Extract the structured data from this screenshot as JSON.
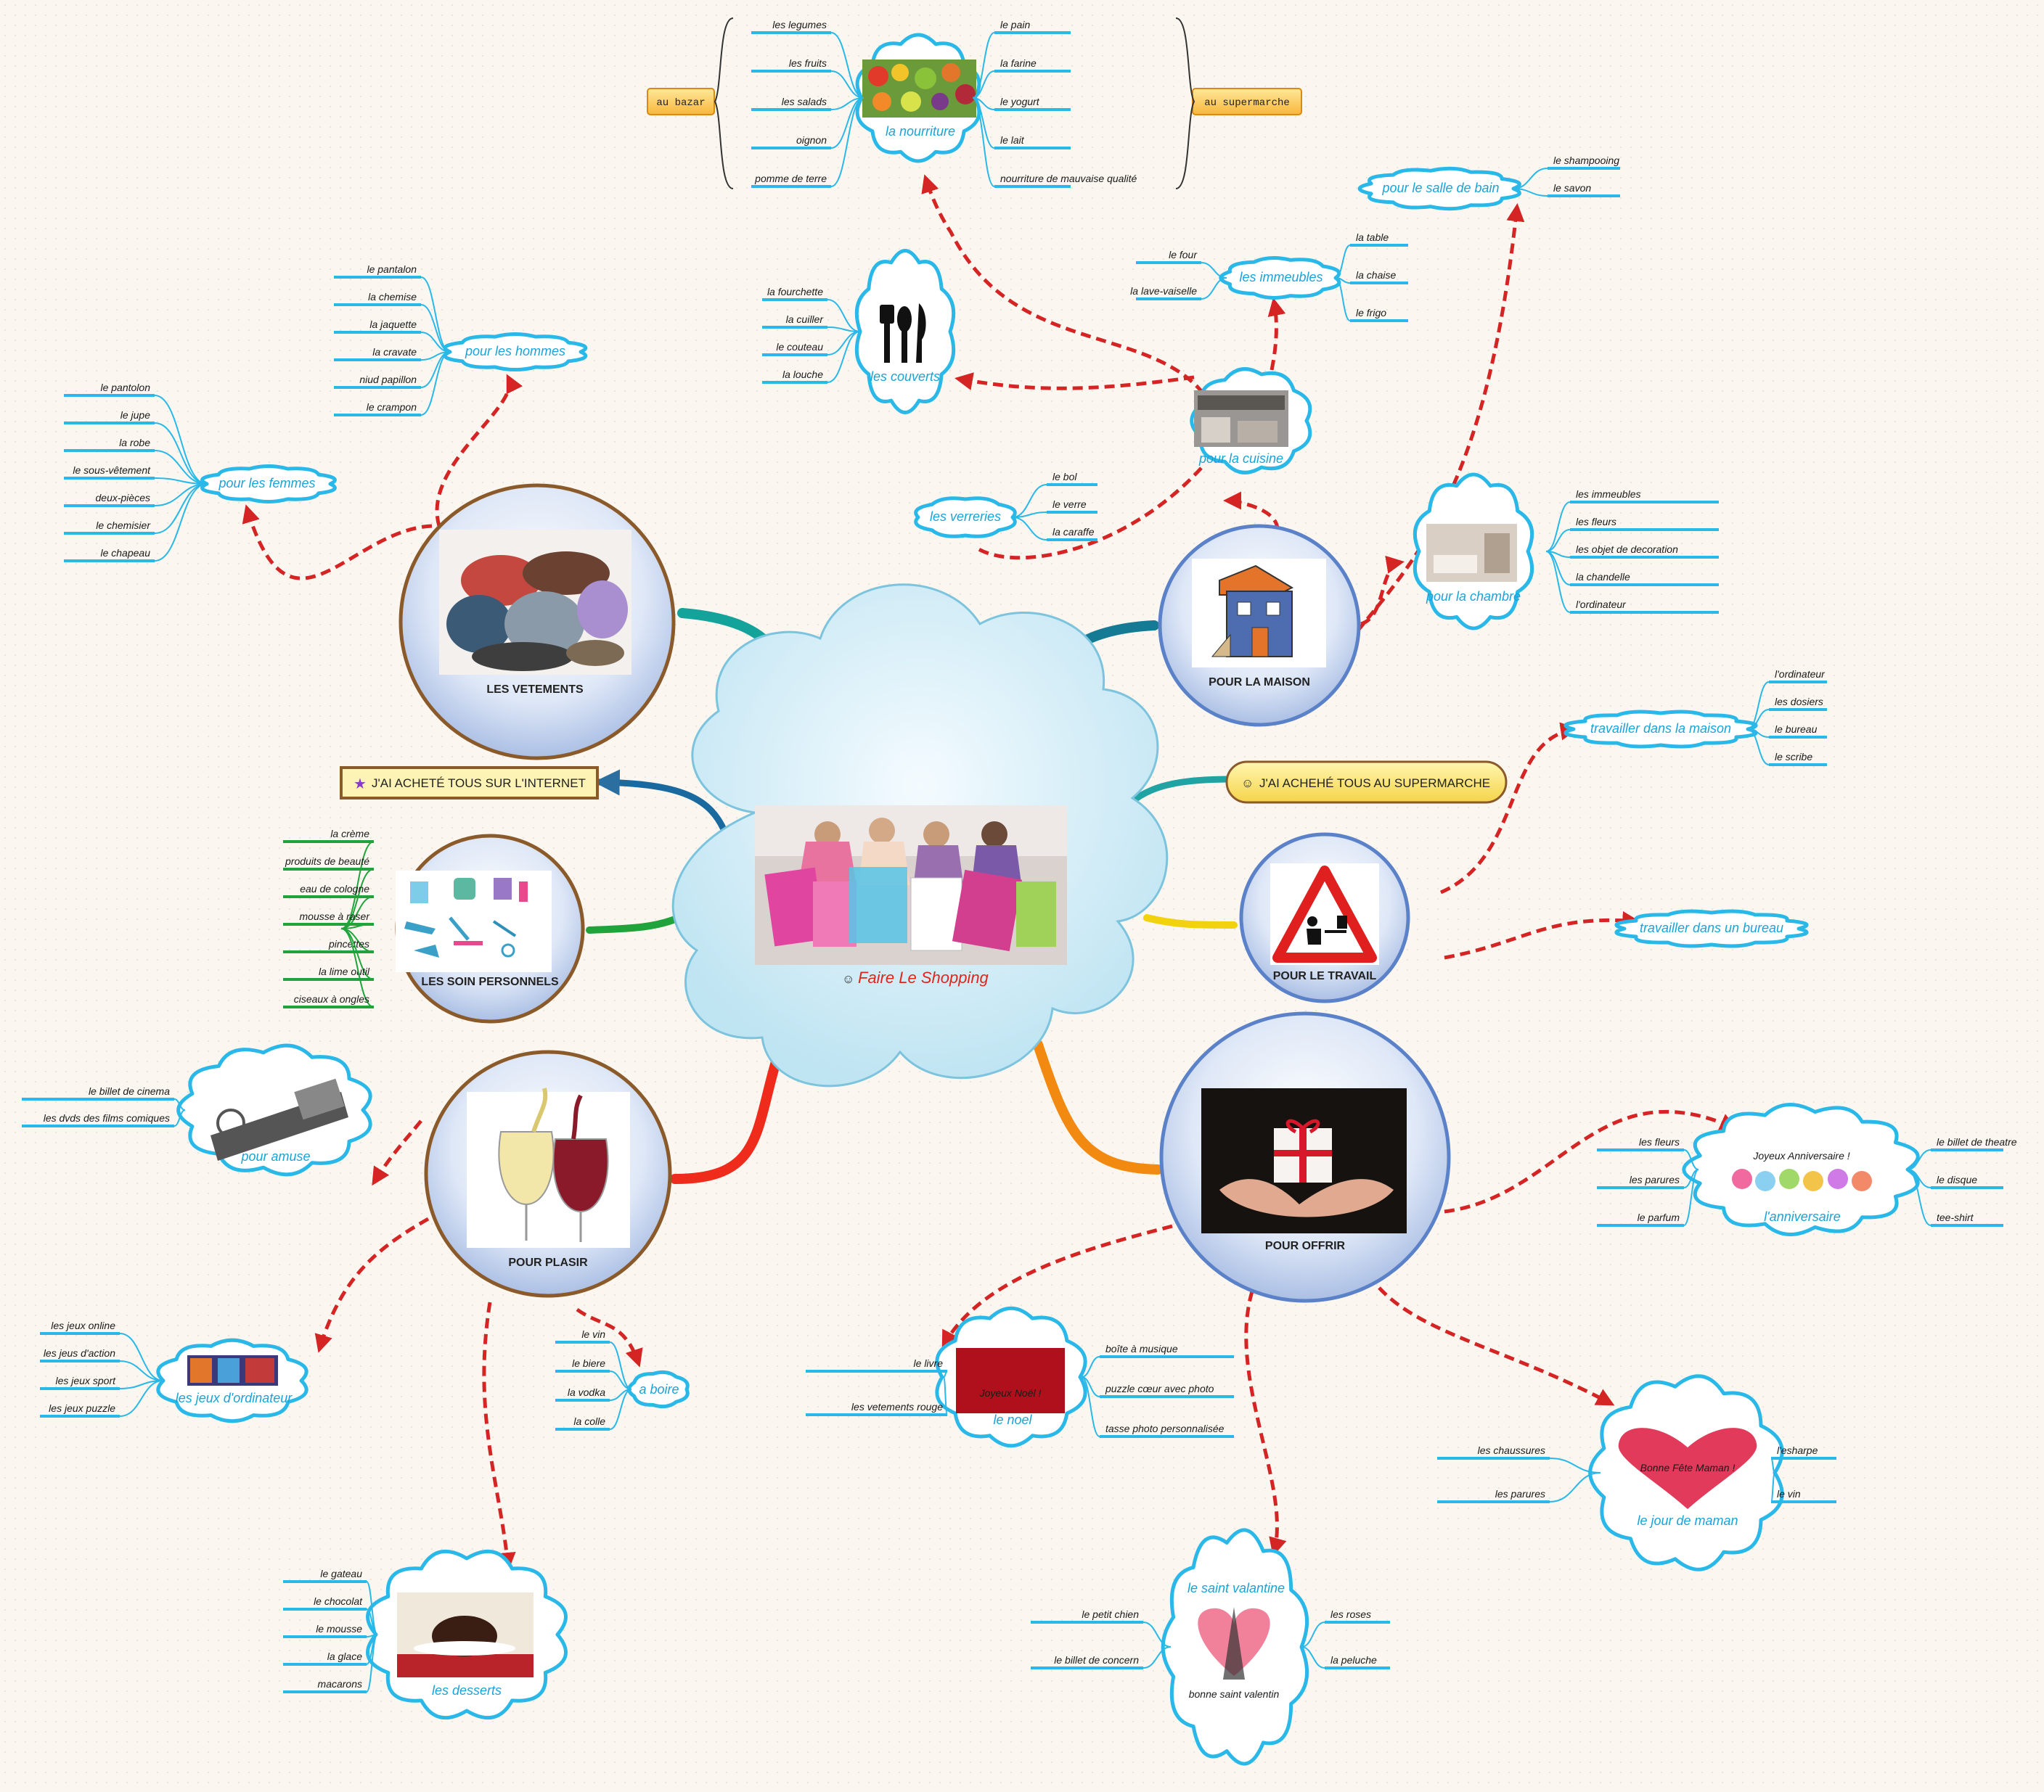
{
  "center": {
    "label": "Faire Le Shopping",
    "icon": "smiley-icon"
  },
  "colors": {
    "cloud_stroke": "#2ab8e8",
    "dash": "#d42424",
    "main_stroke": "#5b82c8",
    "main_stroke_brown": "#8b5a2b"
  },
  "notes": {
    "internet": "J'AI ACHETÉ TOUS SUR L'INTERNET",
    "supermarche": "J'AI ACHEHÉ TOUS AU SUPERMARCHE",
    "bazar": "au bazar",
    "supermarche_tag": "au supermarche"
  },
  "main": {
    "vetements": "LES VETEMENTS",
    "maison": "POUR LA MAISON",
    "soin": "LES SOIN PERSONNELS",
    "travail": "POUR LE TRAVAIL",
    "plasir": "POUR PLASIR",
    "offrir": "POUR OFFRIR"
  },
  "clouds": {
    "nourriture": "la nourriture",
    "couverts": "les couverts",
    "cuisine": "pour la cuisine",
    "immeubles": "les immeubles",
    "salle_bain": "pour le salle de bain",
    "verreries": "les verreries",
    "chambre": "pour la chambre",
    "hommes": "pour les hommes",
    "femmes": "pour les femmes",
    "travail_maison": "travailler dans la maison",
    "travail_bureau": "travailler dans un bureau",
    "amuse": "pour amuse",
    "jeux": "les jeux d'ordinateur",
    "boire": "a boire",
    "desserts": "les desserts",
    "noel": "le noel",
    "anniversaire": "l'anniversaire",
    "maman": "le jour de maman",
    "valantine": "le saint valantine"
  },
  "leaves": {
    "nourriture_left": [
      "les legumes",
      "les fruits",
      "les salads",
      "oignon",
      "pomme de terre"
    ],
    "nourriture_right": [
      "le pain",
      "la farine",
      "le yogurt",
      "le lait",
      "nourriture de mauvaise qualité"
    ],
    "couverts": [
      "la  fourchette",
      "la cuiller",
      "le couteau",
      "la louche"
    ],
    "immeubles_left": [
      "le four",
      "la lave-vaiselle"
    ],
    "immeubles_right": [
      "la table",
      "la chaise",
      "le frigo"
    ],
    "salle_bain": [
      "le shampooing",
      "le savon"
    ],
    "verreries": [
      "le bol",
      "le verre",
      "la caraffe"
    ],
    "chambre": [
      "les immeubles",
      "les fleurs",
      "les objet de decoration",
      "la chandelle",
      "l'ordinateur"
    ],
    "hommes": [
      "le pantalon",
      "la chemise",
      "la jaquette",
      "la cravate",
      "niud papillon",
      "le crampon"
    ],
    "femmes": [
      "le pantolon",
      "le jupe",
      "la robe",
      "le sous-vêtement",
      "deux-pièces",
      "le chemisier",
      "le chapeau"
    ],
    "soin": [
      "la crème",
      "produits de beauté",
      "eau de cologne",
      "mousse à raser",
      "pincettes",
      "la lime outil",
      "ciseaux à ongles"
    ],
    "travail_maison": [
      "l'ordinateur",
      "les dosiers",
      "le bureau",
      "le scribe"
    ],
    "amuse": [
      "le billet de cinema",
      "les dvds des films comiques"
    ],
    "jeux": [
      "les jeux online",
      "les jeus d'action",
      "les jeux sport",
      "les jeux puzzle"
    ],
    "boire": [
      "le vin",
      "le biere",
      "la vodka",
      "la colle"
    ],
    "desserts": [
      "le gateau",
      "le chocolat",
      "le mousse",
      "la glace",
      "macarons"
    ],
    "noel_left": [
      "le livre",
      "les vetements rouge"
    ],
    "noel_right": [
      "boîte à musique",
      "puzzle cœur avec photo",
      "tasse photo personnalisée"
    ],
    "anniv_left": [
      "les fleurs",
      "les parures",
      "le parfum"
    ],
    "anniv_right": [
      "le billet de theatre",
      "le disque",
      "tee-shirt"
    ],
    "maman_left": [
      "les chaussures",
      "les parures"
    ],
    "maman_right": [
      "l'esharpe",
      "le vin"
    ],
    "valantine_left": [
      "le petit chien",
      "le billet de concern"
    ],
    "valantine_right": [
      "les roses",
      "la peluche"
    ]
  },
  "images": {
    "anniv_text": "Joyeux Anniversaire !",
    "noel_text": "Joyeux Noël !",
    "maman_text": "Bonne Fête Maman !",
    "valantine_text": "bonne saint valentin"
  }
}
